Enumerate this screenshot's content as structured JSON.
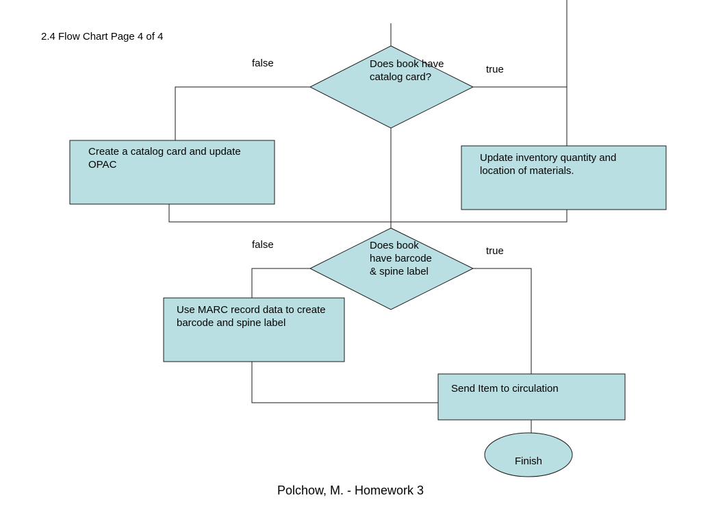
{
  "page_heading": "2.4 Flow Chart Page 4 of 4",
  "footer": "Polchow, M. - Homework 3",
  "colors": {
    "node_fill": "#b9dfe3",
    "line": "#1a1a1a"
  },
  "decisions": [
    {
      "id": "catalog-card",
      "text": "Does book have catalog card?",
      "false_label": "false",
      "true_label": "true"
    },
    {
      "id": "barcode-spine",
      "text": "Does book have barcode & spine label",
      "false_label": "false",
      "true_label": "true"
    }
  ],
  "processes": [
    {
      "id": "create-catalog-card",
      "text": "Create a catalog card and update OPAC"
    },
    {
      "id": "update-inventory",
      "text": "Update inventory quantity and location of materials."
    },
    {
      "id": "use-marc-record",
      "text": "Use MARC record data to create barcode and spine label"
    },
    {
      "id": "send-to-circulation",
      "text": "Send Item to circulation"
    }
  ],
  "terminal": {
    "id": "finish",
    "text": "Finish"
  }
}
